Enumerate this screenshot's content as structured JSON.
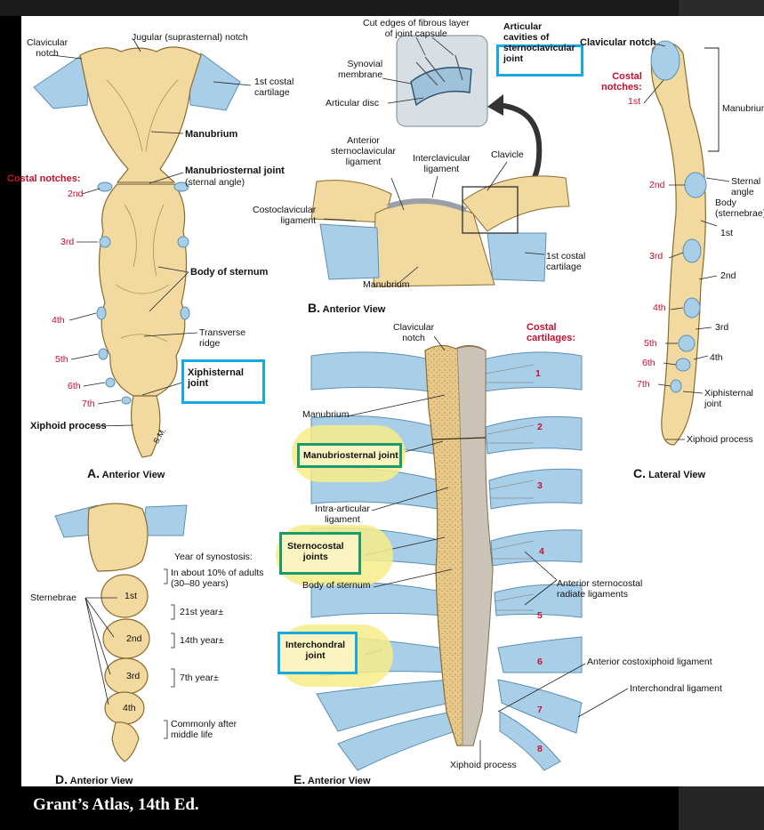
{
  "credit": "Grant’s Atlas, 14th Ed.",
  "panelA": {
    "view_letter": "A.",
    "view_label": "Anterior View",
    "clavicular_notch": "Clavicular\nnotch",
    "jugular_notch": "Jugular (suprasternal) notch",
    "first_costal": "1st costal\ncartilage",
    "manubrium": "Manubrium",
    "costal_notches": "Costal notches:",
    "manubriosternal": "Manubriosternal joint",
    "sternal_angle": "(sternal angle)",
    "n2": "2nd",
    "n3": "3rd",
    "n4": "4th",
    "n5": "5th",
    "n6": "6th",
    "n7": "7th",
    "body": "Body of sternum",
    "transverse": "Transverse\nridge",
    "xiphisternal": "Xiphisternal\njoint",
    "xiphoid": "Xiphoid process",
    "sig": "S.M."
  },
  "panelB": {
    "view_letter": "B.",
    "view_label": "Anterior View",
    "cut_edges": "Cut edges of fibrous layer\nof joint capsule",
    "articular_cavities": "Articular\ncavities of\nsternoclavicular\njoint",
    "synovial": "Synovial\nmembrane",
    "articular_disc": "Articular disc",
    "ant_sc_lig": "Anterior\nsternoclavicular\nligament",
    "interclav": "Interclavicular\nligament",
    "clavicle": "Clavicle",
    "costoclav": "Costoclavicular\nligament",
    "first_costal": "1st costal\ncartilage",
    "manubrium": "Manubrium"
  },
  "panelC": {
    "view_letter": "C.",
    "view_label": "Lateral View",
    "clavicular_notch": "Clavicular notch",
    "costal_notches": "Costal\nnotches:",
    "n1": "1st",
    "n2": "2nd",
    "n3": "3rd",
    "n4": "4th",
    "n5": "5th",
    "n6": "6th",
    "n7": "7th",
    "manubrium": "Manubrium",
    "sternal_angle": "Sternal\nangle",
    "body": "Body\n(sternebrae)",
    "s1": "1st",
    "s2": "2nd",
    "s3": "3rd",
    "s4": "4th",
    "xiphisternal": "Xiphisternal\njoint",
    "xiphoid": "Xiphoid process"
  },
  "panelD": {
    "view_letter": "D.",
    "view_label": "Anterior View",
    "sternebrae": "Sternebrae",
    "s1": "1st",
    "s2": "2nd",
    "s3": "3rd",
    "s4": "4th",
    "synostosis": "Year of synostosis:",
    "adults": "In about 10% of adults\n(30–80 years)",
    "y21": "21st year±",
    "y14": "14th year±",
    "y7": "7th year±",
    "common": "Commonly after\nmiddle life"
  },
  "panelE": {
    "view_letter": "E.",
    "view_label": "Anterior View",
    "clavicular_notch": "Clavicular\nnotch",
    "costal_cartilages": "Costal\ncartilages:",
    "manubrium": "Manubrium",
    "manubriosternal": "Manubriosternal joint",
    "intra_articular": "Intra-articular\nligament",
    "sternocostal": "Sternocostal\njoints",
    "body": "Body of sternum",
    "ant_radiate": "Anterior sternocostal\nradiate ligaments",
    "interchondral_joint": "Interchondral\njoint",
    "costoxiphoid": "Anterior costoxiphoid ligament",
    "interchondral_lig": "Interchondral ligament",
    "xiphoid": "Xiphoid process",
    "c1": "1",
    "c2": "2",
    "c3": "3",
    "c4": "4",
    "c5": "5",
    "c6": "6",
    "c7": "7",
    "c8": "8"
  }
}
